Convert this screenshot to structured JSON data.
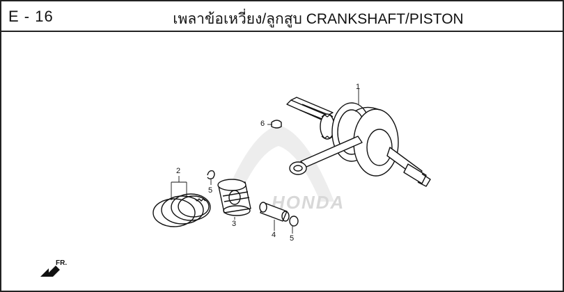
{
  "header": {
    "page_code": "E - 16",
    "title": "เพลาข้อเหวี่ยง/ลูกสูบ CRANKSHAFT/PISTON"
  },
  "watermark": {
    "brand": "HONDA"
  },
  "callouts": {
    "c1": "1",
    "c2": "2",
    "c3": "3",
    "c4": "4",
    "c5a": "5",
    "c5b": "5",
    "c6": "6"
  },
  "direction": {
    "label": "FR."
  }
}
